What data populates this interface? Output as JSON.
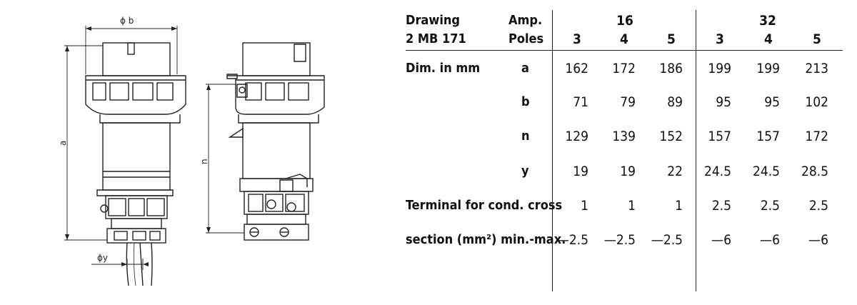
{
  "drawing": {
    "labels": {
      "b": "ϕ b",
      "a": "a",
      "n": "n",
      "y": "ϕy"
    }
  },
  "table": {
    "header": {
      "drawing_label": "Drawing",
      "drawing_no": "2 MB 171",
      "amp_label": "Amp.",
      "poles_label": "Poles",
      "amp_groups": [
        "16",
        "32"
      ],
      "poles": [
        "3",
        "4",
        "5",
        "3",
        "4",
        "5"
      ]
    },
    "section_label": "Dim. in mm",
    "rows": [
      {
        "key": "a",
        "values": [
          "162",
          "172",
          "186",
          "199",
          "199",
          "213"
        ]
      },
      {
        "key": "b",
        "values": [
          "71",
          "79",
          "89",
          "95",
          "95",
          "102"
        ]
      },
      {
        "key": "n",
        "values": [
          "129",
          "139",
          "152",
          "157",
          "157",
          "172"
        ]
      },
      {
        "key": "y",
        "values": [
          "19",
          "19",
          "22",
          "24.5",
          "24.5",
          "28.5"
        ]
      }
    ],
    "terminal": {
      "label_line1": "Terminal for cond. cross",
      "label_line2": "section (mm²) min.-max.",
      "min": [
        "1",
        "1",
        "1",
        "2.5",
        "2.5",
        "2.5"
      ],
      "max": [
        "—2.5",
        "—2.5",
        "—2.5",
        "—6",
        "—6",
        "—6"
      ]
    }
  }
}
